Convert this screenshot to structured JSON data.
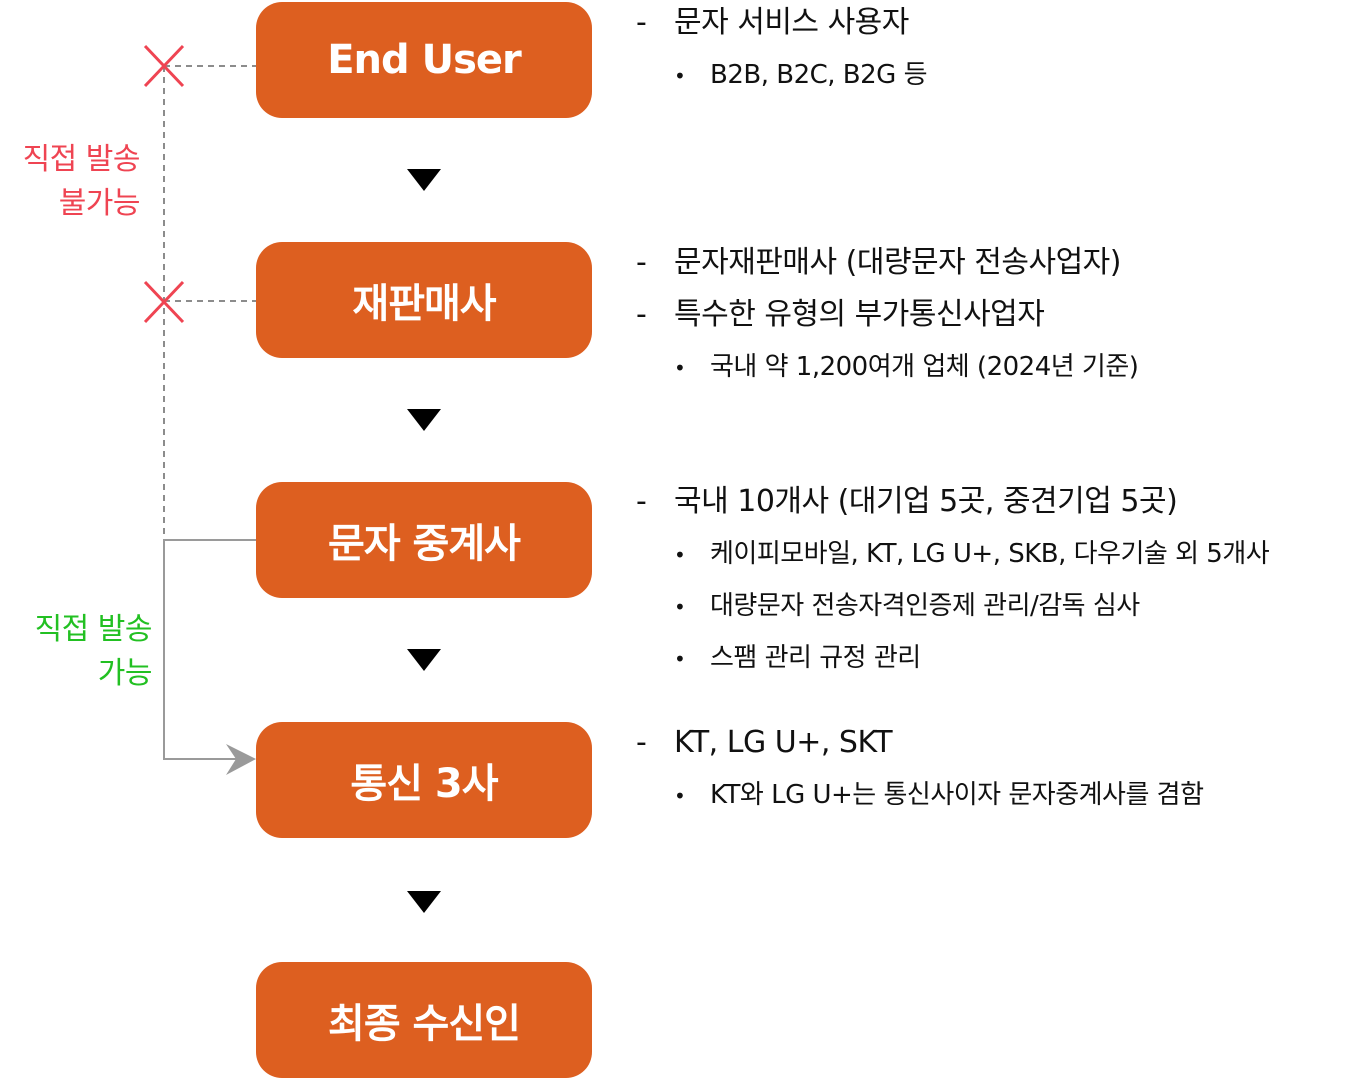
{
  "colors": {
    "box_fill": "#DD5F20",
    "box_text": "#FFFFFF",
    "blocked": "#EF4452",
    "allowed": "#22C022",
    "connector": "#8C8C8C",
    "flow_arrow": "#000000"
  },
  "flow": [
    {
      "label": "End User"
    },
    {
      "label": "재판매사"
    },
    {
      "label": "문자 중계사"
    },
    {
      "label": "통신 3사"
    },
    {
      "label": "최종 수신인"
    }
  ],
  "side_labels": {
    "blocked": {
      "line1": "직접 발송",
      "line2": "불가능"
    },
    "allowed": {
      "line1": "직접 발송",
      "line2": "가능"
    }
  },
  "icons": {
    "blocked_marker": "x-mark-icon",
    "flow_arrow": "triangle-down-icon",
    "connector_arrow": "arrow-right-icon"
  },
  "descriptions": [
    {
      "items": [
        {
          "level": 1,
          "marker": "-",
          "text": "문자 서비스 사용자"
        },
        {
          "level": 2,
          "marker": "•",
          "text": "B2B, B2C, B2G 등"
        }
      ]
    },
    {
      "items": [
        {
          "level": 1,
          "marker": "-",
          "text": "문자재판매사 (대량문자 전송사업자)"
        },
        {
          "level": 1,
          "marker": "-",
          "text": "특수한 유형의 부가통신사업자"
        },
        {
          "level": 2,
          "marker": "•",
          "text": "국내 약 1,200여개 업체 (2024년 기준)"
        }
      ]
    },
    {
      "items": [
        {
          "level": 1,
          "marker": "-",
          "text": "국내 10개사 (대기업 5곳, 중견기업 5곳)"
        },
        {
          "level": 2,
          "marker": "•",
          "text": "케이피모바일, KT, LG U+, SKB, 다우기술 외 5개사"
        },
        {
          "level": 2,
          "marker": "•",
          "text": "대량문자 전송자격인증제 관리/감독 심사"
        },
        {
          "level": 2,
          "marker": "•",
          "text": "스팸 관리 규정 관리"
        }
      ]
    },
    {
      "items": [
        {
          "level": 1,
          "marker": "-",
          "text": "KT, LG U+, SKT"
        },
        {
          "level": 2,
          "marker": "•",
          "text": "KT와 LG U+는 통신사이자 문자중계사를 겸함"
        }
      ]
    }
  ]
}
